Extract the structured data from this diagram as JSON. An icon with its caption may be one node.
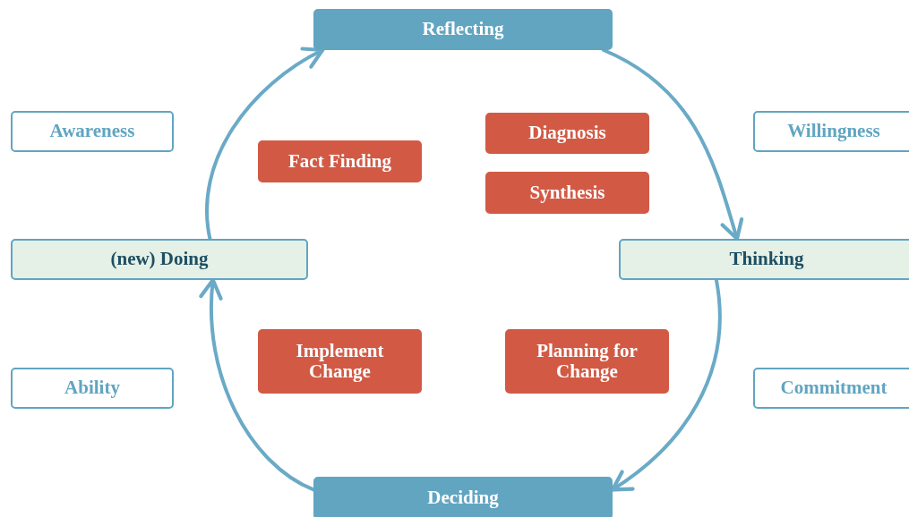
{
  "diagram": {
    "nodes": [
      {
        "text": [
          "Reflecting"
        ]
      },
      {
        "text": [
          "Awareness"
        ]
      },
      {
        "text": [
          "Willingness"
        ]
      },
      {
        "text": [
          "Fact Finding"
        ]
      },
      {
        "text": [
          "Diagnosis"
        ]
      },
      {
        "text": [
          "Synthesis"
        ]
      },
      {
        "text": [
          "(new) Doing"
        ]
      },
      {
        "text": [
          "Thinking"
        ]
      },
      {
        "text": [
          "Implement Change"
        ]
      },
      {
        "text": [
          "Planning for Change"
        ]
      },
      {
        "text": [
          "Ability"
        ]
      },
      {
        "text": [
          "Commitment"
        ]
      },
      {
        "text": [
          "Deciding"
        ]
      }
    ],
    "edges": [
      {
        "from": 6,
        "to": 0,
        "arrow": "to"
      },
      {
        "from": 0,
        "to": 7,
        "arrow": "to"
      },
      {
        "from": 7,
        "to": 12,
        "arrow": "to"
      },
      {
        "from": 12,
        "to": 6,
        "arrow": "to"
      }
    ]
  }
}
